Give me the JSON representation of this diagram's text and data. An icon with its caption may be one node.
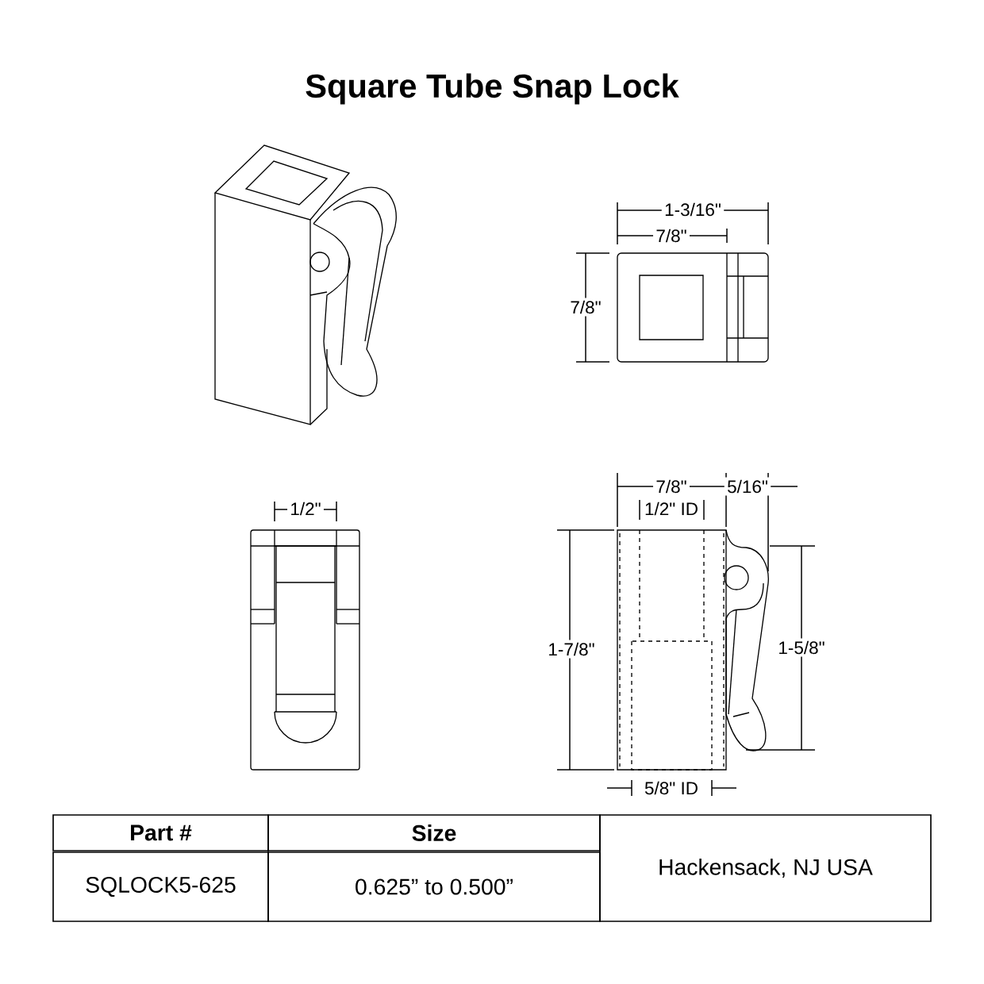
{
  "diagram": {
    "title": "Square Tube Snap Lock",
    "labels": [
      "1-3/16\"",
      "7/8\"",
      "7/8\"",
      "1/2\"",
      "7/8\"",
      "5/16\"",
      "1/2\" ID",
      "1-7/8\"",
      "1-5/8\"",
      "5/8\" ID",
      "Part #",
      "Size",
      "SQLOCK5-625",
      "0.625” to 0.500”",
      "Hackensack, NJ USA"
    ]
  }
}
